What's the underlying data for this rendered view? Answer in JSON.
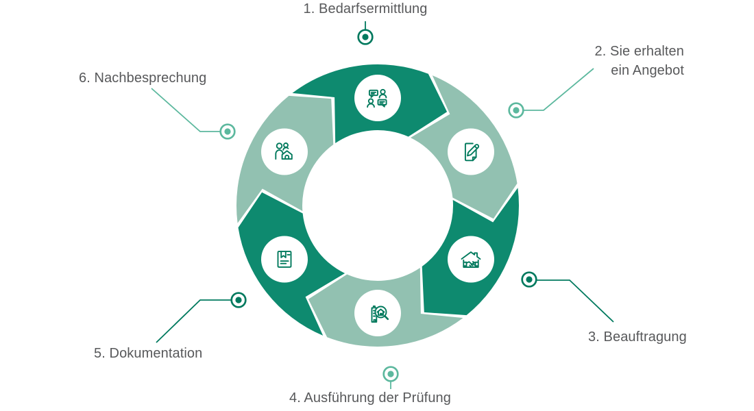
{
  "diagram": {
    "type": "cycle",
    "direction": "clockwise",
    "colors": {
      "segment_dark": "#0e8a6f",
      "segment_light": "#92c1b1",
      "accent_dark": "#00795e",
      "accent_light": "#5cb89e",
      "icon_stroke": "#00795c",
      "icon_circle": "#ffffff",
      "text": "#57585a",
      "background": "#ffffff"
    },
    "steps": [
      {
        "id": 1,
        "tone": "dark",
        "icon": "conversation-icon",
        "lines": [
          "1. Bedarfsermittlung"
        ]
      },
      {
        "id": 2,
        "tone": "light",
        "icon": "sign-document-icon",
        "lines": [
          "2. Sie erhalten",
          "ein Angebot"
        ]
      },
      {
        "id": 3,
        "tone": "dark",
        "icon": "house-handshake-icon",
        "lines": [
          "3. Beauftragung"
        ]
      },
      {
        "id": 4,
        "tone": "light",
        "icon": "building-inspection-icon",
        "lines": [
          "4. Ausführung der Prüfung"
        ]
      },
      {
        "id": 5,
        "tone": "dark",
        "icon": "document-icon",
        "lines": [
          "5. Dokumentation"
        ]
      },
      {
        "id": 6,
        "tone": "light",
        "icon": "family-house-icon",
        "lines": [
          "6. Nachbesprechung"
        ]
      }
    ]
  }
}
